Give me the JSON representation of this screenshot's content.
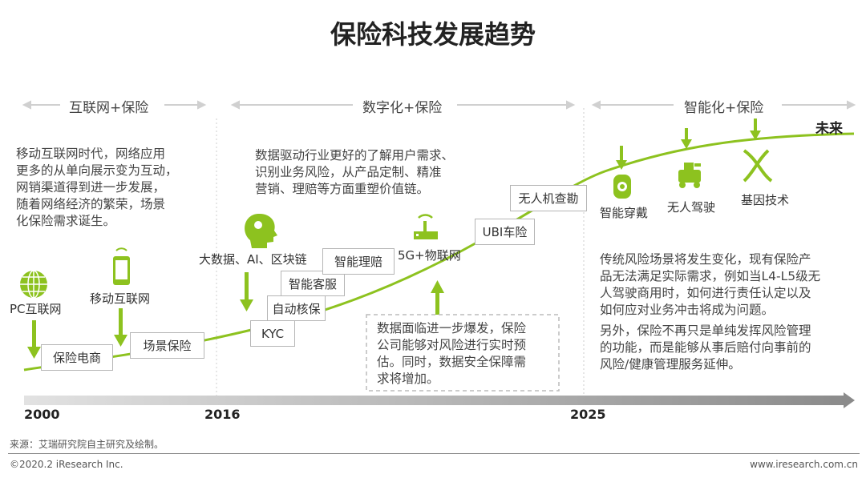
{
  "title": "保险科技发展趋势",
  "eras": [
    "互联网+保险",
    "数字化+保险",
    "智能化+保险"
  ],
  "future": "未来",
  "era1_text": [
    "移动互联网时代，网络应用",
    "更多的从单向展示变为互动，",
    "网销渠道得到进一步发展，",
    "随着网络经济的繁荣，场景",
    "化保险需求诞生。"
  ],
  "era2_text": [
    "数据驱动行业更好的了解用户需求、",
    "识别业务风险，从产品定制、精准",
    "营销、理赔等方面重塑价值链。"
  ],
  "era3_text1": [
    "传统风险场景将发生变化，现有保险产",
    "品无法满足实际需求，例如当L4-L5级无",
    "人驾驶商用时，如何进行责任认定以及",
    "如何应对业务冲击将成为问题。"
  ],
  "era3_text2": [
    "另外，保险不再只是单纯发挥风险管理",
    "的功能，而是能够从事后赔付向事前的",
    "风险/健康管理服务延伸。"
  ],
  "dashed_text": [
    "数据面临进一步爆发，保险",
    "公司能够对风险进行实时预",
    "估。同时，数据安全保障需",
    "求将增加。"
  ],
  "tech": {
    "pc": "PC互联网",
    "mobile": "移动互联网",
    "bigdata": "大数据、AI、区块链",
    "iot": "5G+物联网",
    "wearable": "智能穿戴",
    "autonomous": "无人驾驶",
    "gene": "基因技术"
  },
  "boxes": {
    "ecommerce": "保险电商",
    "scene": "场景保险",
    "kyc": "KYC",
    "underwriting": "自动核保",
    "service": "智能客服",
    "claims": "智能理赔",
    "ubi": "UBI车险",
    "drone": "无人机查勘"
  },
  "years": [
    "2000",
    "2016",
    "2025"
  ],
  "source": "来源：艾瑞研究院自主研究及绘制。",
  "copyright": "©2020.2  iResearch Inc.",
  "website": "www.iresearch.com.cn",
  "colors": {
    "accent": "#8dc21f",
    "gray": "#bbbbbb"
  }
}
